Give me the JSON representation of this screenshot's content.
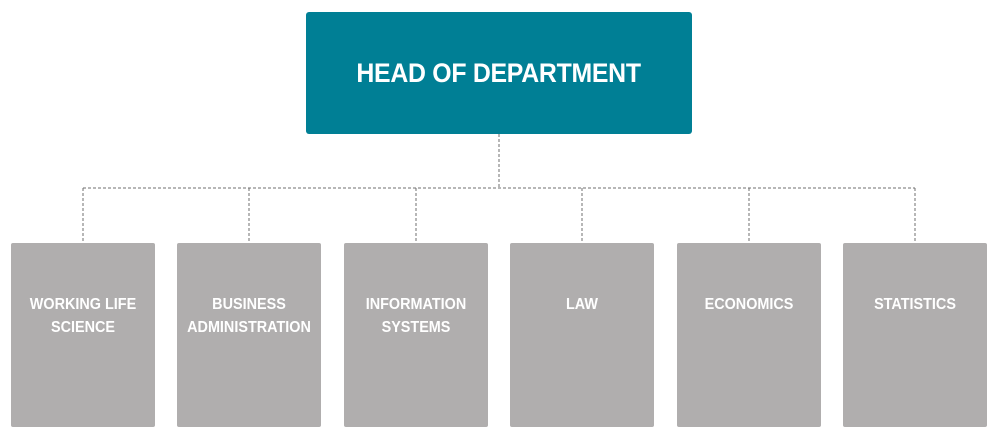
{
  "head": {
    "title": "HEAD OF DEPARTMENT",
    "color": "#007f95"
  },
  "children": [
    {
      "label": "WORKING LIFE\nSCIENCE"
    },
    {
      "label": "BUSINESS\nADMINISTRATION"
    },
    {
      "label": "INFORMATION\nSYSTEMS"
    },
    {
      "label": "LAW"
    },
    {
      "label": "ECONOMICS"
    },
    {
      "label": "STATISTICS"
    }
  ],
  "child_color": "#b0aeae",
  "connector_style": "dotted"
}
